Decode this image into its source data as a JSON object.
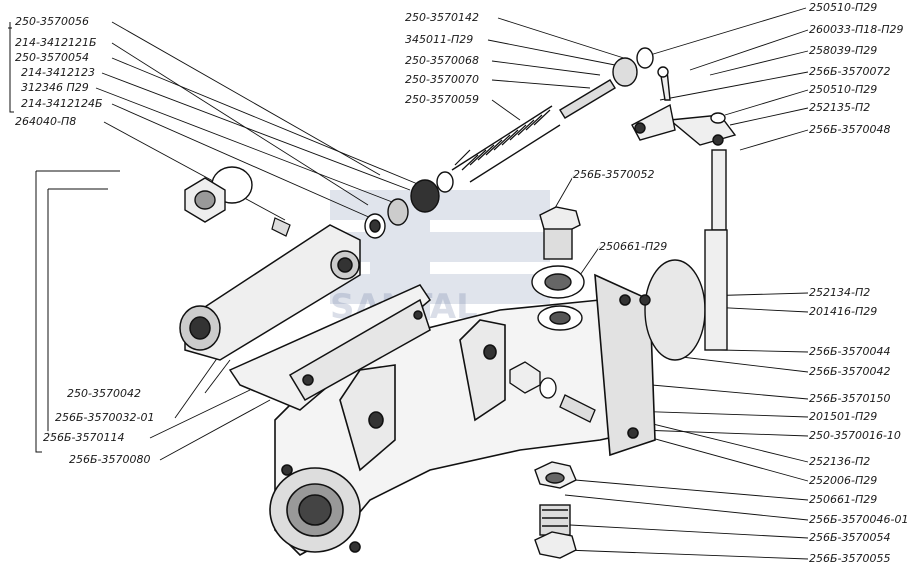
{
  "diagram": {
    "watermark_text": "SANTAL",
    "labels_left": [
      "250-3570056",
      "214-3412121Б",
      "250-3570054",
      "214-3412123",
      "312346 П29",
      "214-3412124Б",
      "264040-П8",
      "250-3570042",
      "256Б-3570032-01",
      "256Б-3570114",
      "256Б-3570080"
    ],
    "labels_top_center": [
      "250-3570142",
      "345011-П29",
      "250-3570068",
      "250-3570070",
      "250-3570059"
    ],
    "labels_right": [
      "250510-П29",
      "260033-П18-П29",
      "258039-П29",
      "256Б-3570072",
      "250510-П29",
      "252135-П2",
      "256Б-3570048",
      "252134-П2",
      "201416-П29",
      "256Б-3570044",
      "256Б-3570042",
      "256Б-3570150",
      "201501-П29",
      "250-3570016-10",
      "252136-П2",
      "252006-П29",
      "250661-П29",
      "256Б-3570046-01",
      "256Б-3570054",
      "256Б-3570055"
    ],
    "labels_inner": [
      "256Б-3570052",
      "250661-П29"
    ]
  }
}
